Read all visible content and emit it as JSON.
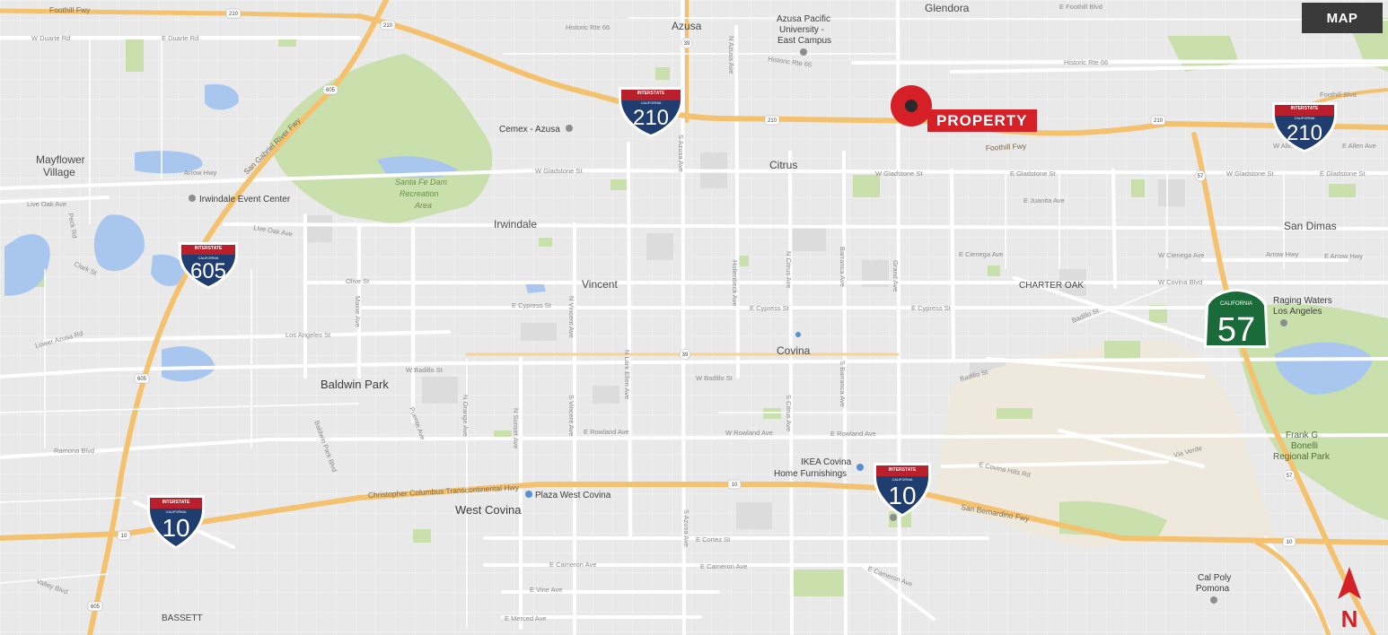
{
  "badge": {
    "label": "MAP"
  },
  "property": {
    "label": "PROPERTY",
    "color": "#d62028"
  },
  "north": {
    "label": "N",
    "color": "#d62028"
  },
  "colors": {
    "land": "#ebebeb",
    "park": "#c8dfad",
    "water": "#a8c8ee",
    "freeway": "#f5c470",
    "arterial": "#ffffff",
    "interstate_blue": "#1f3d6e",
    "interstate_red": "#b9202b",
    "state_green": "#1b6b3a"
  },
  "shields": {
    "i210_a": {
      "type": "interstate",
      "number": "210",
      "top": "INTERSTATE",
      "state": "CALIFORNIA"
    },
    "i210_b": {
      "type": "interstate",
      "number": "210",
      "top": "INTERSTATE",
      "state": "CALIFORNIA"
    },
    "i605": {
      "type": "interstate",
      "number": "605",
      "top": "INTERSTATE",
      "state": "CALIFORNIA"
    },
    "i10_a": {
      "type": "interstate",
      "number": "10",
      "top": "INTERSTATE",
      "state": "CALIFORNIA"
    },
    "i10_b": {
      "type": "interstate",
      "number": "10",
      "top": "INTERSTATE",
      "state": "CALIFORNIA"
    },
    "ca57": {
      "type": "state",
      "number": "57",
      "state": "CALIFORNIA"
    }
  },
  "cities": {
    "glendora": "Glendora",
    "azusa": "Azusa",
    "mayflower": "Mayflower",
    "mayflower2": "Village",
    "irwindale": "Irwindale",
    "citrus": "Citrus",
    "vincent": "Vincent",
    "covina": "Covina",
    "charter_oak": "CHARTER OAK",
    "san_dimas": "San Dimas",
    "baldwin_park": "Baldwin Park",
    "west_covina": "West Covina",
    "bassett": "BASSETT"
  },
  "pois": {
    "apu1": "Azusa Pacific",
    "apu2": "University -",
    "apu3": "East Campus",
    "cemex": "Cemex - Azusa",
    "irwindale_ec": "Irwindale Event Center",
    "santa_fe1": "Santa Fe Dam",
    "santa_fe2": "Recreation",
    "santa_fe3": "Area",
    "raging1": "Raging Waters",
    "raging2": "Los Angeles",
    "ikea1": "IKEA Covina",
    "ikea2": "Home Furnishings",
    "plaza": "Plaza West Covina",
    "bonelli1": "Frank G",
    "bonelli2": "Bonelli",
    "bonelli3": "Regional Park",
    "calpoly1": "Cal Poly",
    "calpoly2": "Pomona"
  },
  "freeways": {
    "foothill_fwy_w": "Foothill Fwy",
    "foothill_fwy_e": "Foothill Fwy",
    "san_gabriel": "San Gabriel River Fwy",
    "christopher": "Christopher Columbus Transcontinental Hwy",
    "san_bern": "San Bernardino Fwy",
    "historic_66_a": "Historic Rte 66",
    "historic_66_b": "Historic Rte 66",
    "historic_66_c": "Historic Rte 66"
  },
  "streets": {
    "w_duarte": "W Duarte Rd",
    "e_duarte": "E Duarte Rd",
    "arrow_hwy": "Arrow Hwy",
    "live_oak": "Live Oak Ave",
    "live_oak2": "Live Oak Ave",
    "w_gladstone": "W Gladstone St",
    "w_gladstone2": "W Gladstone St",
    "e_gladstone": "E Gladstone St",
    "w_gladstone3": "W Gladstone St",
    "e_gladstone2": "E Gladstone St",
    "e_juanita": "E Juanita Ave",
    "e_cienega": "E Cienega Ave",
    "w_cienega": "W Cienega Ave",
    "arrow_hwy2": "Arrow Hwy",
    "e_arrow": "E Arrow Hwy",
    "w_covina_blvd": "W Covina Blvd",
    "e_cypress": "E Cypress St",
    "e_cypress2": "E Cypress St",
    "e_cypress3": "E Cypress St",
    "olive": "Olive St",
    "los_angeles": "Los Angeles St",
    "w_badillo": "W Badillo St",
    "w_badillo2": "W Badillo St",
    "badillo": "Badillo St",
    "badillo2": "Badillo St",
    "e_rowland": "E Rowland Ave",
    "w_rowland": "W Rowland Ave",
    "e_rowland2": "E Rowland Ave",
    "e_covina_hills": "E Covina Hills Rd",
    "via_verde": "Via Verde",
    "e_cortez": "E Cortez St",
    "e_cameron": "E Cameron Ave",
    "e_cameron2": "E Cameron Ave",
    "e_cameron3": "E Cameron Ave",
    "e_vine": "E Vine Ave",
    "e_merced": "E Merced Ave",
    "w_allen": "W Allen Ave",
    "e_allen": "E Allen Ave",
    "foothill_blvd": "Foothill Blvd",
    "e_foothill_blvd": "E Foothill Blvd",
    "ramona": "Ramona Blvd",
    "n_azusa": "N Azusa Ave",
    "s_azusa": "S Azusa Ave",
    "grand": "Grand Ave",
    "barranca": "Barranca Ave",
    "n_citrus": "N Citrus Ave",
    "s_citrus": "S Citrus Ave",
    "s_barranca": "S Barranca Ave",
    "n_vincent": "N Vincent Ave",
    "s_vincent": "S Vincent Ave",
    "hollenbeck": "Hollenbeck Ave",
    "n_lark_ellen": "N Lark Ellen Ave",
    "maine": "Maine Ave",
    "baldwin_park_blvd": "Baldwin Park Blvd",
    "puente": "Puente Ave",
    "n_orange": "N Orange Ave",
    "n_sunset": "N Sunset Ave",
    "peck": "Peck Rd",
    "clark": "Clark St",
    "lower_azusa": "Lower Azusa Rd",
    "valley": "Valley Blvd",
    "lark_ellen_s": "S Azusa Ave",
    "e_cienega_lbl": "E Cienega Ave"
  },
  "route_markers": {
    "r210_a": "210",
    "r210_b": "210",
    "r210_c": "210",
    "r210_d": "210",
    "r39_a": "39",
    "r39_b": "39",
    "r605_a": "605",
    "r605_b": "605",
    "r605_c": "605",
    "r10_a": "10",
    "r10_b": "10",
    "r10_c": "10",
    "r57_a": "57",
    "r57_b": "57"
  }
}
